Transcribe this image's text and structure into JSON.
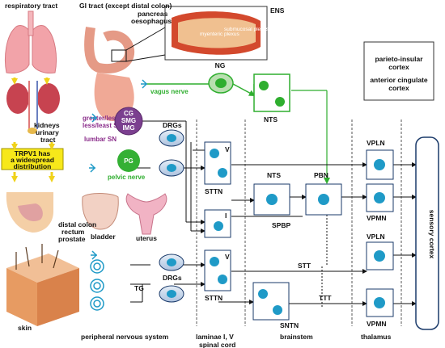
{
  "organs": {
    "respiratory": "respiratory tract",
    "gi": "GI tract (except distal colon)",
    "pancreas": "pancreas",
    "oesophagus": "oesophagus",
    "ens": "ENS",
    "myenteric": "myenteric plexus",
    "submucosal": "submucosal plexus",
    "kidneys": "kidneys",
    "urinary": "urinary",
    "tract": "tract",
    "distal_colon": "distal colon",
    "rectum": "rectum",
    "prostate": "prostate",
    "bladder": "bladder",
    "uterus": "uterus",
    "skin": "skin",
    "trpv1_line1": "TRPV1 has",
    "trpv1_line2": "a widespread",
    "trpv1_line3": "distribution"
  },
  "nerves": {
    "vagus": "vagus nerve",
    "greater_sn": "greater/less SN",
    "less_sn": "less/least SN",
    "lumbar": "lumbar SN",
    "pelvic": "pelvic nerve"
  },
  "nodes": {
    "ng": "NG",
    "nts_top": "NTS",
    "cg": "CG",
    "smg": "SMG",
    "img": "IMG",
    "pg": "PG",
    "drgs_top": "DRGs",
    "drgs_bottom": "DRGs",
    "tg": "TG",
    "v1": "V",
    "i1": "I",
    "v2": "V",
    "sttn1": "STTN",
    "sttn2": "STTN",
    "nts_mid": "NTS",
    "pbn": "PBN",
    "spbp": "SPBP",
    "stt": "STT",
    "ttt": "TTT",
    "sntn": "SNTN",
    "vpln1": "VPLN",
    "vpmn1": "VPMN",
    "vpln2": "VPLN",
    "vpmn2": "VPMN"
  },
  "cortex": {
    "parieto1": "parieto-insular",
    "parieto2": "cortex",
    "anterior1": "anterior cingulate",
    "anterior2": "cortex",
    "sensory": "sensory cortex"
  },
  "regions": {
    "pns": "peripheral nervous system",
    "laminae": "laminae I, V",
    "spinal": "spinal cord",
    "brainstem": "brainstem",
    "thalamus": "thalamus"
  },
  "colors": {
    "node_blue": "#1f9ac7",
    "ganglion_fill": "#c8d8ec",
    "nerve_green": "#2fae2f",
    "nerve_purple": "#8a2c8a",
    "green_ganglion": "#34b034",
    "purple_ganglion": "#7b3f8f",
    "trpv1_yellow": "#f7e81a",
    "arrow_yellow": "#f0d21a"
  }
}
